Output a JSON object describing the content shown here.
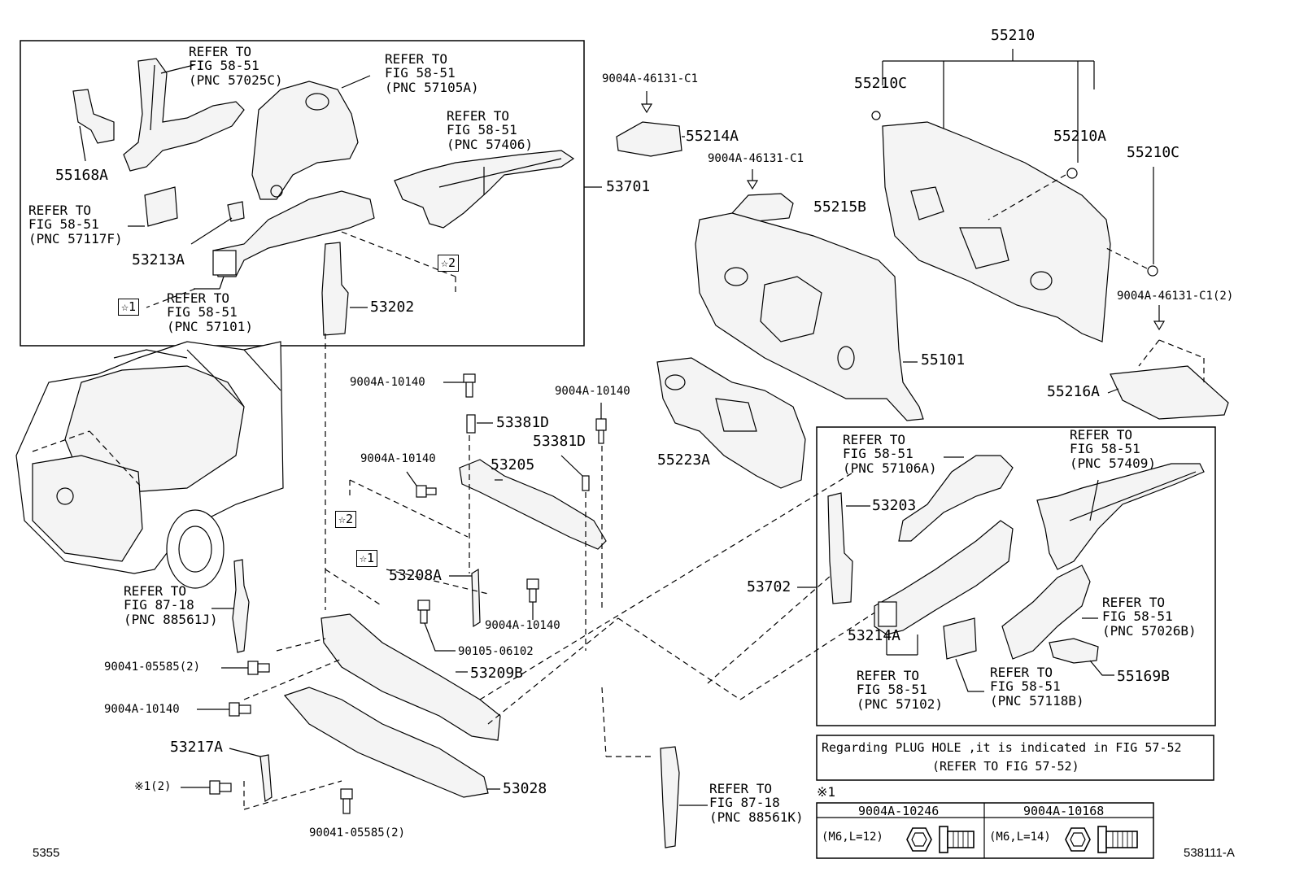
{
  "labels": {
    "l_55168A": "55168A",
    "ref_57025C": "REFER TO\nFIG 58-51\n(PNC 57025C)",
    "ref_57105A": "REFER TO\nFIG 58-51\n(PNC 57105A)",
    "ref_57406": "REFER TO\nFIG 58-51\n(PNC 57406)",
    "ref_57117F": "REFER TO\nFIG 58-51\n(PNC 57117F)",
    "l_53213A": "53213A",
    "ref_57101": "REFER TO\nFIG 58-51\n(PNC 57101)",
    "l_53202": "53202",
    "l_53701": "53701",
    "l_9004A46131_a": "9004A-46131-C1",
    "l_55214A": "55214A",
    "l_9004A46131_b": "9004A-46131-C1",
    "l_55215B": "55215B",
    "l_55210": "55210",
    "l_55210C_a": "55210C",
    "l_55210A": "55210A",
    "l_55210C_b": "55210C",
    "l_9004A46131_2": "9004A-46131-C1(2)",
    "l_55101": "55101",
    "l_55216A": "55216A",
    "l_9004A10140_a": "9004A-10140",
    "l_53381D_a": "53381D",
    "l_9004A10140_b": "9004A-10140",
    "l_53381D_b": "53381D",
    "l_9004A10140_c": "9004A-10140",
    "l_53205": "53205",
    "l_55223A": "55223A",
    "l_53208A": "53208A",
    "l_9004A10140_d": "9004A-10140",
    "l_90105": "90105-06102",
    "l_53209B": "53209B",
    "ref_88561J": "REFER TO\nFIG 87-18\n(PNC 88561J)",
    "l_90041_a": "90041-05585(2)",
    "l_9004A10140_e": "9004A-10140",
    "l_53217A": "53217A",
    "l_x1_2": "※1(2)",
    "l_90041_b": "90041-05585(2)",
    "l_53028": "53028",
    "ref_88561K": "REFER TO\nFIG 87-18\n(PNC 88561K)",
    "ref_57106A": "REFER TO\nFIG 58-51\n(PNC 57106A)",
    "ref_57409": "REFER TO\nFIG 58-51\n(PNC 57409)",
    "l_53203": "53203",
    "l_53702": "53702",
    "l_53214A": "53214A",
    "ref_57026B": "REFER TO\nFIG 58-51\n(PNC 57026B)",
    "l_55169B": "55169B",
    "ref_57102": "REFER TO\nFIG 58-51\n(PNC 57102)",
    "ref_57118B": "REFER TO\nFIG 58-51\n(PNC 57118B)",
    "plug_note": "Regarding PLUG HOLE ,it is indicated in FIG 57-52",
    "plug_ref": "(REFER TO FIG 57-52)",
    "note_mark": "※1",
    "bolt1_part": "9004A-10246",
    "bolt1_spec": "(M6,L=12)",
    "bolt2_part": "9004A-10168",
    "bolt2_spec": "(M6,L=14)",
    "footer_left": "5355",
    "footer_right": "538111-A"
  },
  "stars": {
    "s1_a": "☆1",
    "s2_a": "☆2",
    "s2_b": "☆2",
    "s1_b": "☆1"
  },
  "colors": {
    "ink": "#000000",
    "paper": "#ffffff",
    "fill": "#f4f4f4"
  }
}
